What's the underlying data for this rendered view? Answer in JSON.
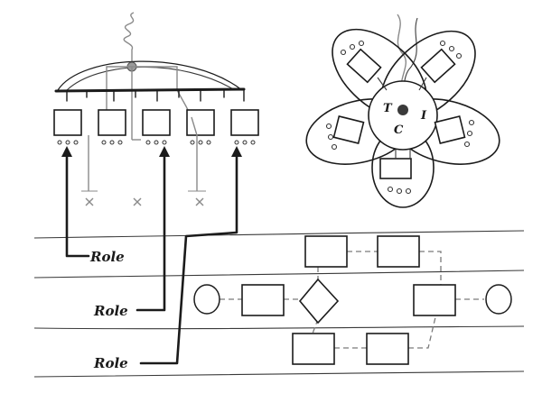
{
  "labels": {
    "role_1": "Role",
    "role_2": "Role",
    "role_3": "Role",
    "core_t": "T",
    "core_c": "C",
    "core_i": "I"
  }
}
